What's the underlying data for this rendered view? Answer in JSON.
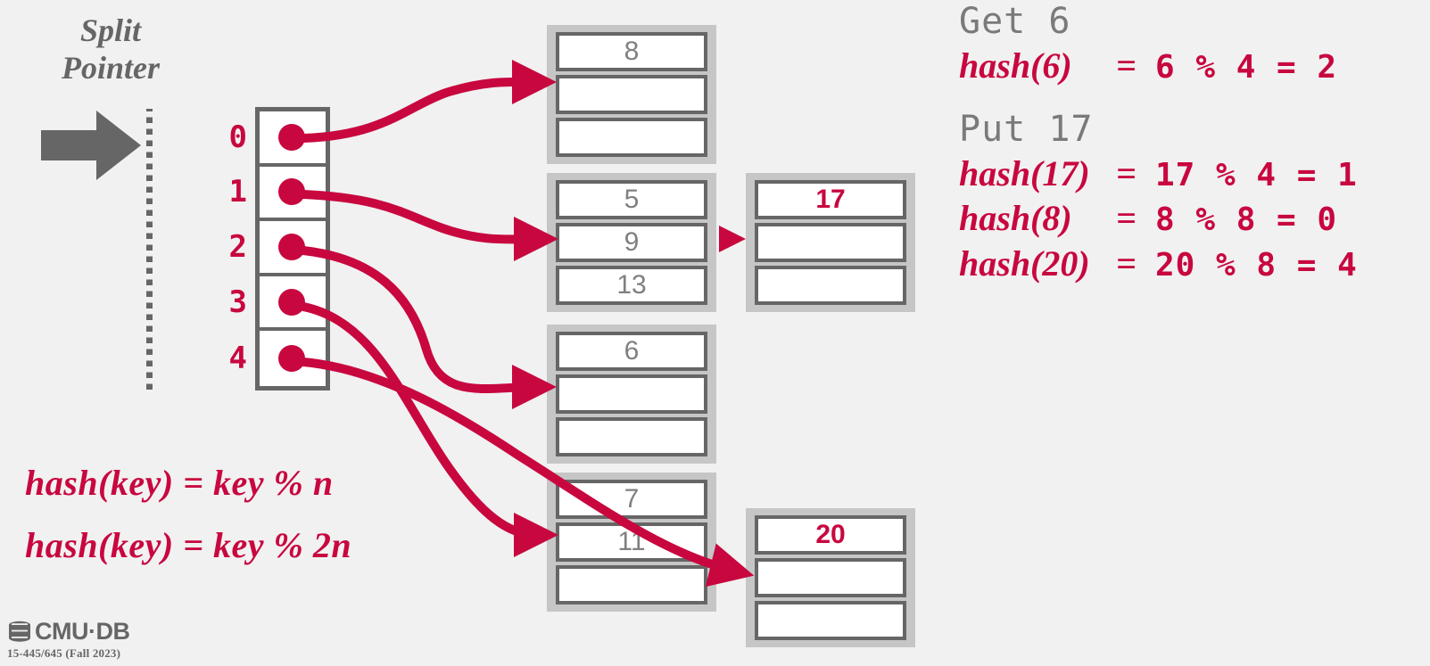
{
  "colors": {
    "background": "#f1f1f1",
    "accent_red": "#C8073F",
    "gray_dark": "#666666",
    "gray_text": "#808080",
    "page_fill": "#c6c6c6",
    "mono_gray": "#7a7a7a"
  },
  "split_pointer": {
    "label": "Split\nPointer"
  },
  "formulas": {
    "hash_n": "hash(key) = key % n",
    "hash_2n": "hash(key) = key % 2n"
  },
  "directory": {
    "slots": [
      {
        "index": "0"
      },
      {
        "index": "1"
      },
      {
        "index": "2"
      },
      {
        "index": "3"
      },
      {
        "index": "4"
      }
    ]
  },
  "pages": [
    {
      "id": "bucket-0",
      "slots": [
        {
          "value": "8",
          "new": false
        },
        {
          "value": "",
          "new": false
        },
        {
          "value": "",
          "new": false
        }
      ]
    },
    {
      "id": "bucket-1",
      "slots": [
        {
          "value": "5",
          "new": false
        },
        {
          "value": "9",
          "new": false
        },
        {
          "value": "13",
          "new": false
        }
      ]
    },
    {
      "id": "bucket-1-overflow",
      "slots": [
        {
          "value": "17",
          "new": true
        },
        {
          "value": "",
          "new": false
        },
        {
          "value": "",
          "new": false
        }
      ]
    },
    {
      "id": "bucket-2",
      "slots": [
        {
          "value": "6",
          "new": false
        },
        {
          "value": "",
          "new": false
        },
        {
          "value": "",
          "new": false
        }
      ]
    },
    {
      "id": "bucket-3",
      "slots": [
        {
          "value": "7",
          "new": false
        },
        {
          "value": "11",
          "new": false
        },
        {
          "value": "",
          "new": false
        }
      ]
    },
    {
      "id": "bucket-4",
      "slots": [
        {
          "value": "20",
          "new": true
        },
        {
          "value": "",
          "new": false
        },
        {
          "value": "",
          "new": false
        }
      ]
    }
  ],
  "operations": [
    {
      "title": "Get 6",
      "lines": [
        {
          "fn": "hash(6)",
          "eq": "=",
          "expr": "6 % 4 = 2"
        }
      ]
    },
    {
      "title": "Put 17",
      "lines": [
        {
          "fn": "hash(17)",
          "eq": "=",
          "expr": "17 % 4 = 1"
        },
        {
          "fn": "hash(8)",
          "eq": "=",
          "expr": "8 % 8 = 0"
        },
        {
          "fn": "hash(20)",
          "eq": "=",
          "expr": "20 % 8 = 4"
        }
      ]
    }
  ],
  "footer": {
    "logo_text": "CMU·DB",
    "course": "15-445/645 (Fall 2023)"
  }
}
